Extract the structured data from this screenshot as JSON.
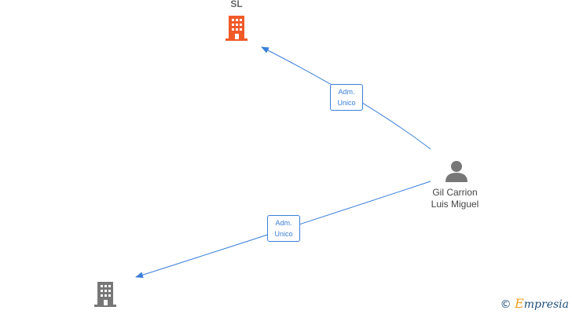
{
  "nodes": {
    "company_top": {
      "label": "SL",
      "color": "#f05a28",
      "icon": "building-icon"
    },
    "person": {
      "name_line1": "Gil Carrion",
      "name_line2": "Luis Miguel",
      "color": "#777777",
      "icon": "person-icon"
    },
    "company_bottom": {
      "label": "",
      "color": "#777777",
      "icon": "building-icon"
    }
  },
  "edges": [
    {
      "label_line1": "Adm.",
      "label_line2": "Unico",
      "from": "person",
      "to": "company_top"
    },
    {
      "label_line1": "Adm.",
      "label_line2": "Unico",
      "from": "person",
      "to": "company_bottom"
    }
  ],
  "edge_color": "#3b7fd8",
  "footer": {
    "copyright": "©",
    "brand": "mpresia",
    "brand_initial": "E"
  }
}
